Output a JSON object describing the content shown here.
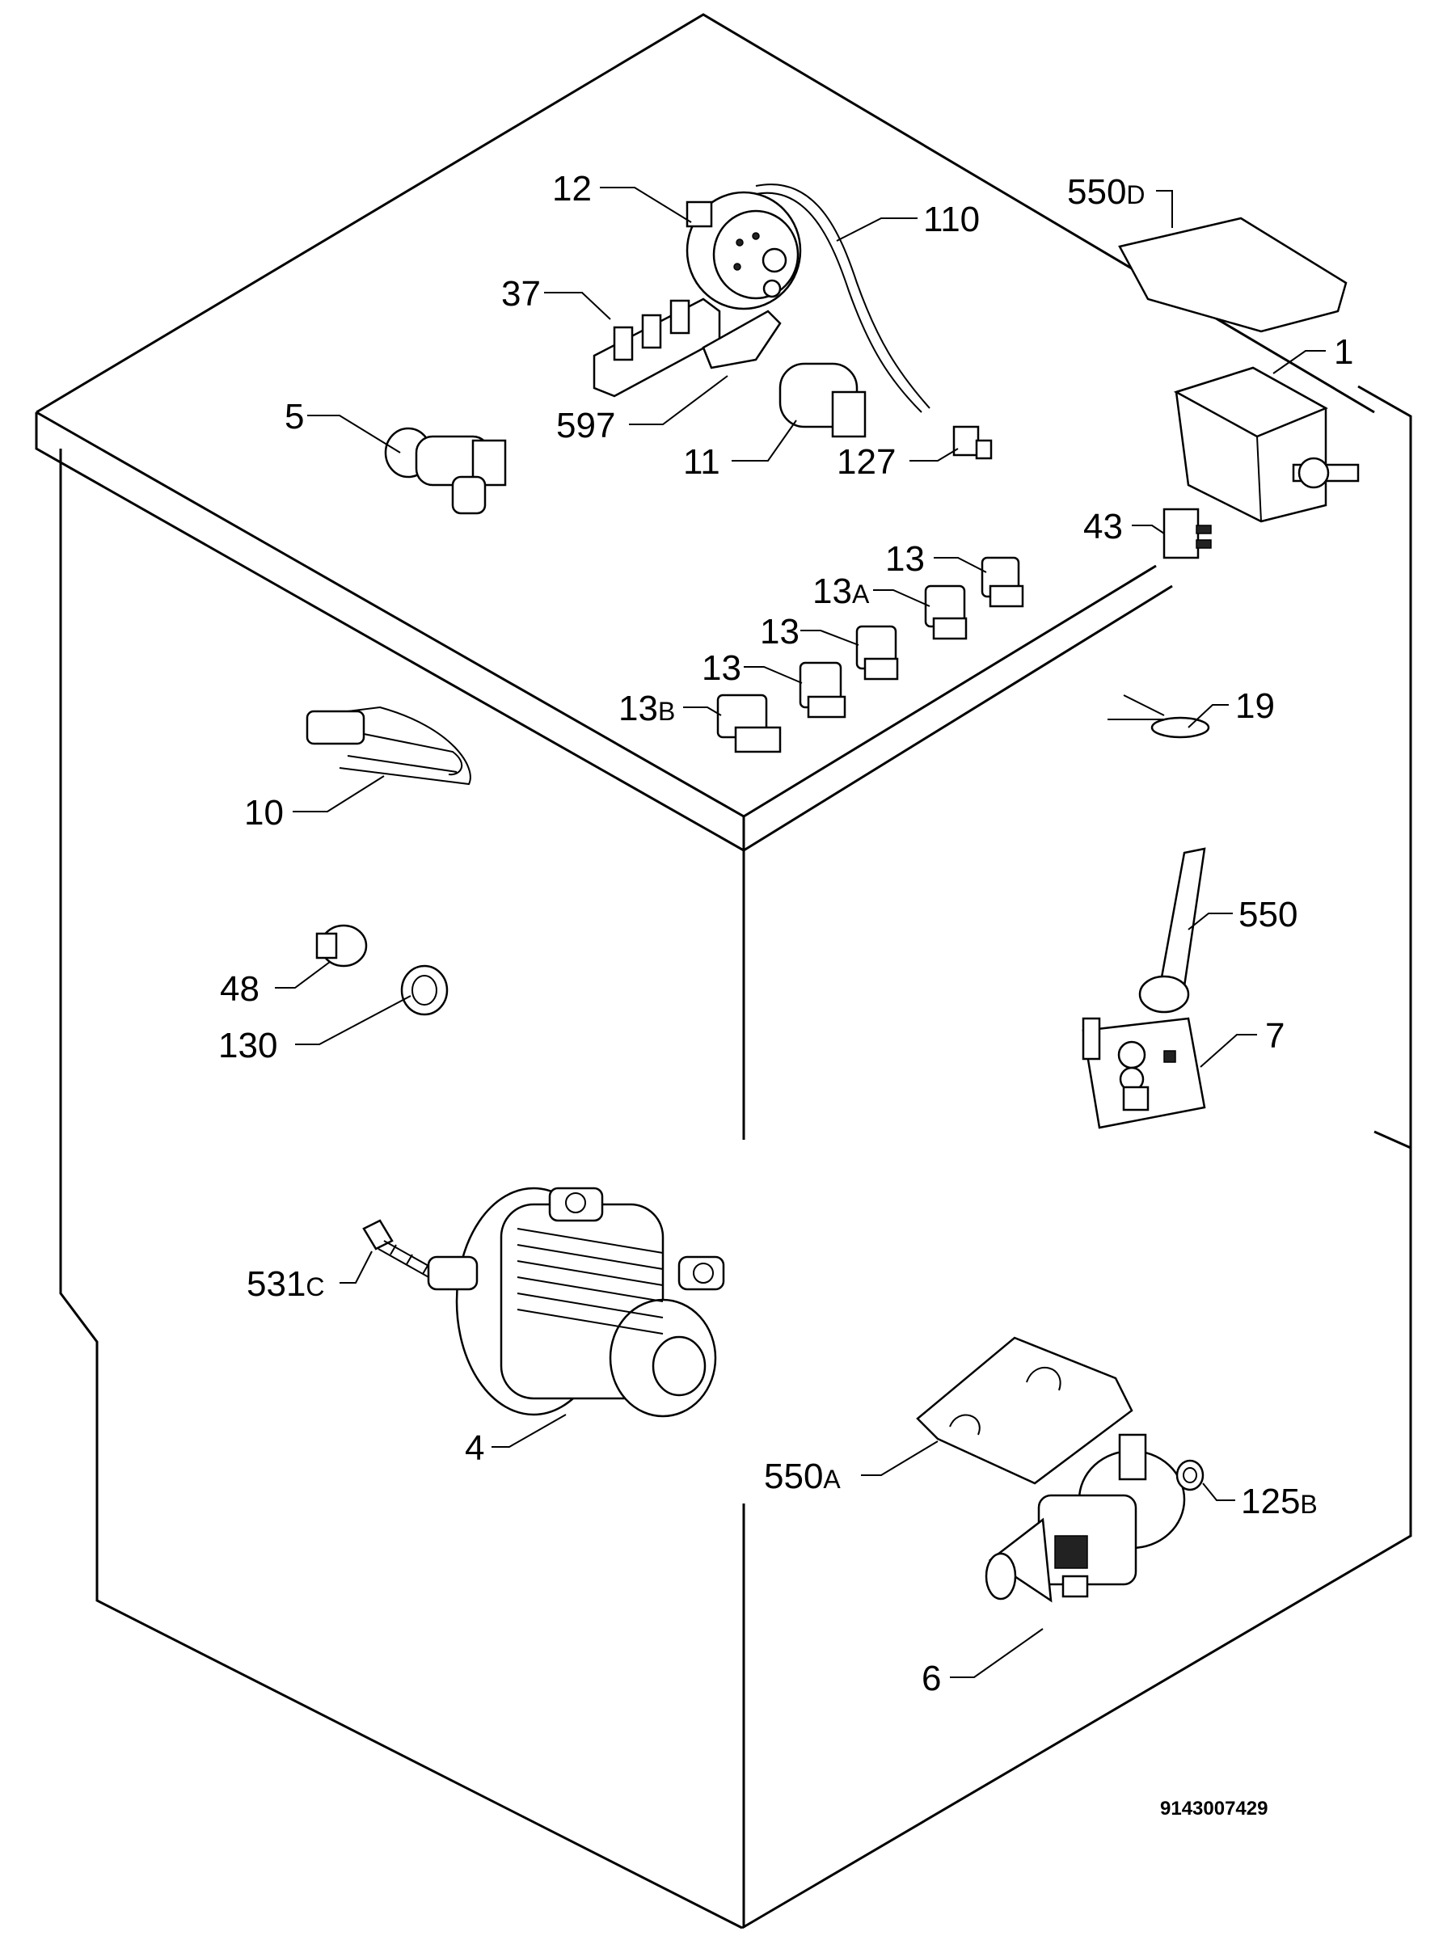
{
  "diagram": {
    "document_number": "9143007429",
    "callouts": [
      {
        "number": "12",
        "suffix": ""
      },
      {
        "number": "110",
        "suffix": ""
      },
      {
        "number": "550",
        "suffix": "D"
      },
      {
        "number": "37",
        "suffix": ""
      },
      {
        "number": "5",
        "suffix": ""
      },
      {
        "number": "597",
        "suffix": ""
      },
      {
        "number": "1",
        "suffix": ""
      },
      {
        "number": "11",
        "suffix": ""
      },
      {
        "number": "127",
        "suffix": ""
      },
      {
        "number": "43",
        "suffix": ""
      },
      {
        "number": "13",
        "suffix": ""
      },
      {
        "number": "13",
        "suffix": "A"
      },
      {
        "number": "13",
        "suffix": ""
      },
      {
        "number": "13",
        "suffix": ""
      },
      {
        "number": "13",
        "suffix": "B"
      },
      {
        "number": "19",
        "suffix": ""
      },
      {
        "number": "10",
        "suffix": ""
      },
      {
        "number": "550",
        "suffix": ""
      },
      {
        "number": "48",
        "suffix": ""
      },
      {
        "number": "7",
        "suffix": ""
      },
      {
        "number": "130",
        "suffix": ""
      },
      {
        "number": "531",
        "suffix": "C"
      },
      {
        "number": "4",
        "suffix": ""
      },
      {
        "number": "550",
        "suffix": "A"
      },
      {
        "number": "125",
        "suffix": "B"
      },
      {
        "number": "6",
        "suffix": ""
      }
    ]
  }
}
